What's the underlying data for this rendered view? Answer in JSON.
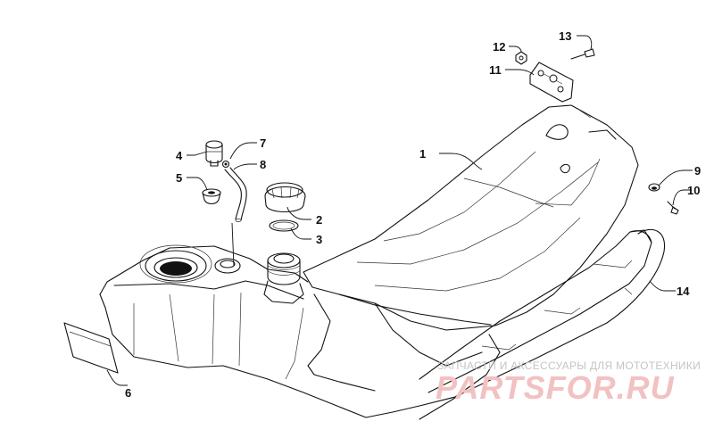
{
  "callouts": [
    "1",
    "2",
    "3",
    "4",
    "5",
    "6",
    "7",
    "8",
    "9",
    "10",
    "11",
    "12",
    "13",
    "14"
  ],
  "watermark": {
    "caption": "ЗАПЧАСТИ И АКСЕССУАРЫ ДЛЯ МОТОТЕХНИКИ",
    "brand": "PARTSFOR.RU"
  },
  "colors": {
    "line": "#111111",
    "watermark_text": "#c4c4c4",
    "watermark_brand": "#f2c1c1"
  }
}
